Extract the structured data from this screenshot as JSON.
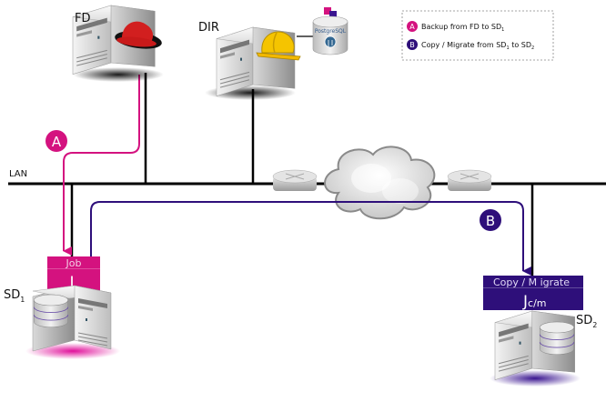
{
  "nodes": {
    "fd": {
      "label": "FD",
      "icon": "redhat-hat"
    },
    "dir": {
      "label": "DIR",
      "icon": "hard-hat"
    },
    "db": {
      "label": "PostgreSQL"
    },
    "sd1": {
      "label": "SD",
      "sub": "1"
    },
    "sd2": {
      "label": "SD",
      "sub": "2"
    }
  },
  "network": {
    "lan_label": "LAN"
  },
  "jobs": {
    "sd1_job": {
      "title": "Job",
      "glyph": "J"
    },
    "sd2_job": {
      "title": "Copy / M igrate",
      "glyph": "J",
      "glyph_sub": "c/m"
    }
  },
  "flows": {
    "a": {
      "badge": "A",
      "color": "#d4127f"
    },
    "b": {
      "badge": "B",
      "color": "#2e0f7a"
    }
  },
  "legend": {
    "items": [
      {
        "badge": "A",
        "text": "Backup from FD to SD",
        "sub": "1",
        "color": "#d4127f"
      },
      {
        "badge": "B",
        "text": "Copy / Migrate from SD",
        "sub": "1",
        "text2": " to SD",
        "sub2": "2",
        "color": "#2e0f7a"
      }
    ]
  }
}
